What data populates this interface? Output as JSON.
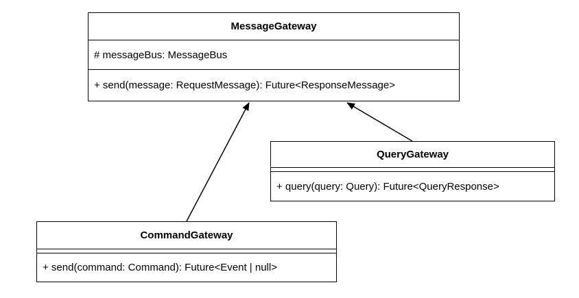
{
  "classes": {
    "message_gateway": {
      "name": "MessageGateway",
      "attributes": [
        "# messageBus: MessageBus"
      ],
      "operations": [
        "+ send(message: RequestMessage): Future<ResponseMessage>"
      ]
    },
    "query_gateway": {
      "name": "QueryGateway",
      "attributes": [],
      "operations": [
        "+ query(query: Query): Future<QueryResponse>"
      ]
    },
    "command_gateway": {
      "name": "CommandGateway",
      "attributes": [],
      "operations": [
        "+ send(command: Command): Future<Event | null>"
      ]
    }
  },
  "relationships": [
    {
      "type": "generalization",
      "from": "QueryGateway",
      "to": "MessageGateway"
    },
    {
      "type": "generalization",
      "from": "CommandGateway",
      "to": "MessageGateway"
    }
  ],
  "colors": {
    "stroke": "#000000",
    "background": "#ffffff"
  }
}
